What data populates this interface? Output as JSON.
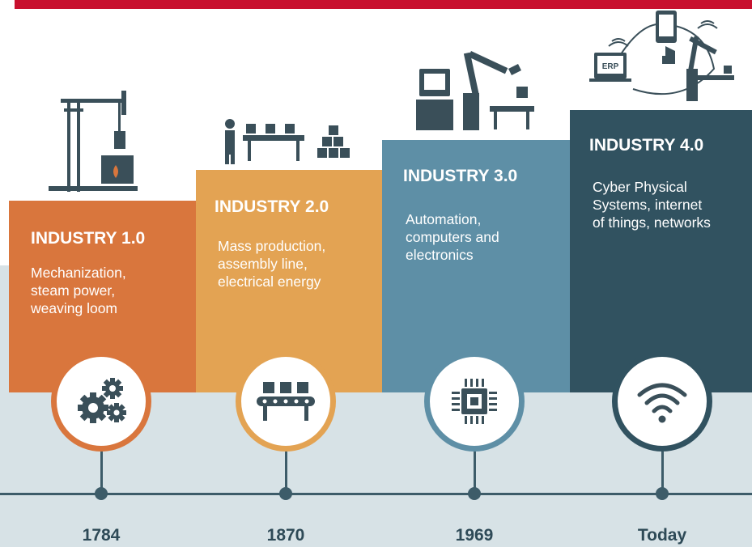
{
  "stages": [
    {
      "title": "INDUSTRY 1.0",
      "desc": [
        "Mechanization,",
        "steam power,",
        "weaving loom"
      ],
      "year": "1784",
      "icon": "gears-icon",
      "illustration": "steam-engine-icon",
      "color": "#d9763d"
    },
    {
      "title": "INDUSTRY 2.0",
      "desc": [
        "Mass production,",
        "assembly line,",
        "electrical energy"
      ],
      "year": "1870",
      "icon": "conveyor-belt-icon",
      "illustration": "assembly-line-icon",
      "color": "#e3a353"
    },
    {
      "title": "INDUSTRY 3.0",
      "desc": [
        "Automation,",
        "computers and",
        "electronics"
      ],
      "year": "1969",
      "icon": "microchip-icon",
      "illustration": "robot-arm-computer-icon",
      "color": "#5e8fa6"
    },
    {
      "title": "INDUSTRY 4.0",
      "desc": [
        "Cyber Physical",
        "Systems, internet",
        "of things, networks"
      ],
      "year": "Today",
      "icon": "wifi-icon",
      "illustration": "erp-network-robot-icon",
      "illustration_label": "ERP",
      "color": "#315260"
    }
  ],
  "accent_color": "#c8102e",
  "timeline_color": "#3d5c69"
}
